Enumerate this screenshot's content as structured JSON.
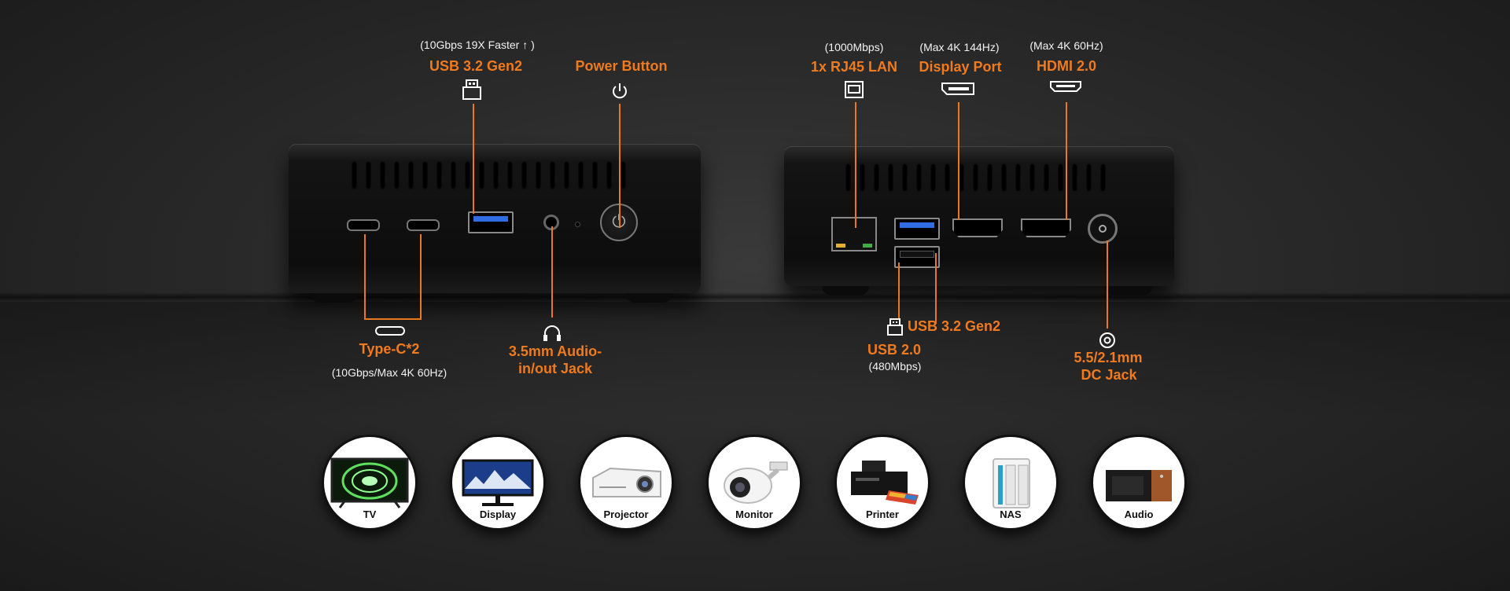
{
  "left_callouts": {
    "usb32": {
      "spec": "(10Gbps  19X Faster ↑ )",
      "title": "USB 3.2 Gen2"
    },
    "power": {
      "title": "Power Button"
    },
    "typec": {
      "title": "Type-C*2",
      "spec": "(10Gbps/Max 4K 60Hz)"
    },
    "audio": {
      "title_line1": "3.5mm Audio-",
      "title_line2": "in/out Jack"
    }
  },
  "right_callouts": {
    "lan": {
      "spec": "(1000Mbps)",
      "title": "1x RJ45 LAN"
    },
    "dp": {
      "spec": "(Max 4K 144Hz)",
      "title": "Display Port"
    },
    "hdmi": {
      "spec": "(Max 4K 60Hz)",
      "title": "HDMI 2.0"
    },
    "usb32": {
      "title": "USB 3.2 Gen2"
    },
    "usb2": {
      "title": "USB 2.0",
      "spec": "(480Mbps)"
    },
    "dc": {
      "title_line1": "5.5/2.1mm",
      "title_line2": "DC Jack"
    }
  },
  "devices": [
    {
      "label": "TV",
      "icon": "tv-icon"
    },
    {
      "label": "Display",
      "icon": "display-icon"
    },
    {
      "label": "Projector",
      "icon": "projector-icon"
    },
    {
      "label": "Monitor",
      "icon": "camera-icon"
    },
    {
      "label": "Printer",
      "icon": "printer-icon"
    },
    {
      "label": "NAS",
      "icon": "nas-icon"
    },
    {
      "label": "Audio",
      "icon": "speaker-icon"
    }
  ],
  "colors": {
    "accent": "#f07a1e",
    "usb3_blue": "#2f6de0"
  }
}
